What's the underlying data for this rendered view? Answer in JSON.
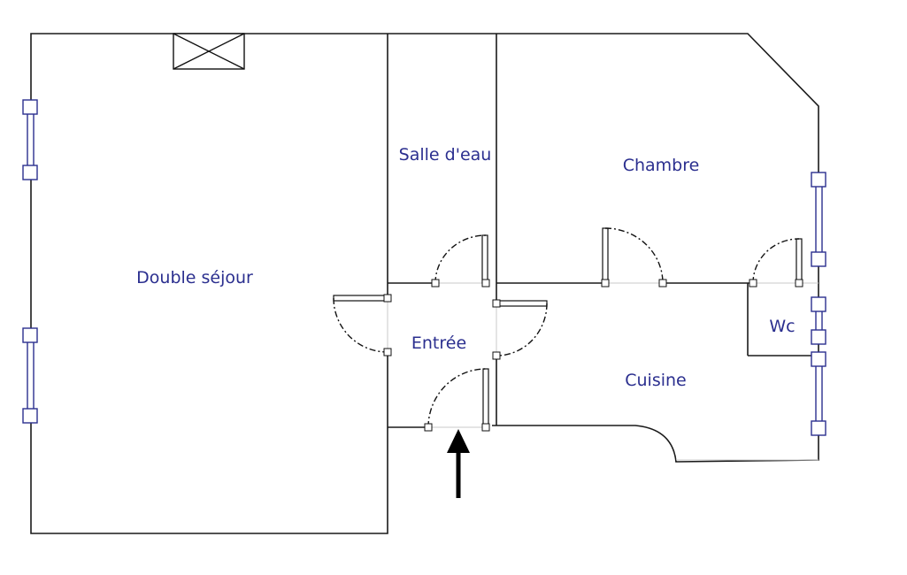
{
  "plan": {
    "rooms": {
      "double_sejour": "Double séjour",
      "salle_d_eau": "Salle d'eau",
      "chambre": "Chambre",
      "entree": "Entrée",
      "cuisine": "Cuisine",
      "wc": "Wc"
    },
    "colors": {
      "label": "#2b2f8f",
      "wall": "#1a1a1a",
      "window": "#2b2f8f"
    },
    "entrance_marker": "arrow-up"
  }
}
